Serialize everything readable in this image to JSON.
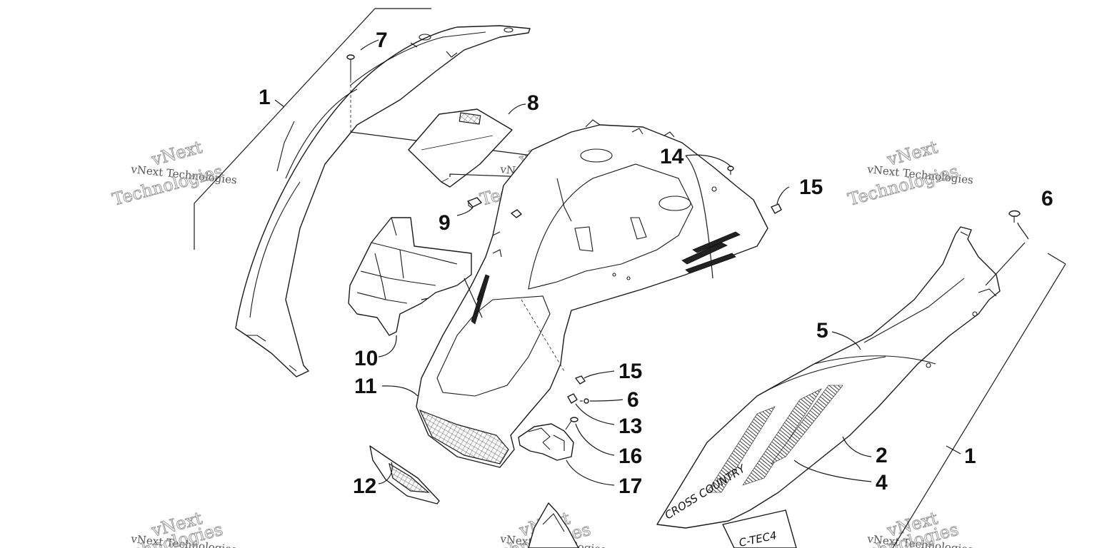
{
  "callouts": {
    "c1a": "1",
    "c1b": "1",
    "c2": "2",
    "c4": "4",
    "c5": "5",
    "c6a": "6",
    "c6b": "6",
    "c7": "7",
    "c8": "8",
    "c9": "9",
    "c10": "10",
    "c11": "11",
    "c12": "12",
    "c13": "13",
    "c14": "14",
    "c15a": "15",
    "c15b": "15",
    "c16": "16",
    "c17": "17"
  },
  "watermark": {
    "short": "vNext Technologies",
    "top": "vNext",
    "bottom": "Technologies"
  },
  "decals": {
    "side_text": "CROSS COUNTRY",
    "badge_text": "C-TEC4"
  },
  "colors": {
    "line": "#1a1a1a",
    "background": "#ffffff",
    "watermark": "#9a9a9a"
  }
}
